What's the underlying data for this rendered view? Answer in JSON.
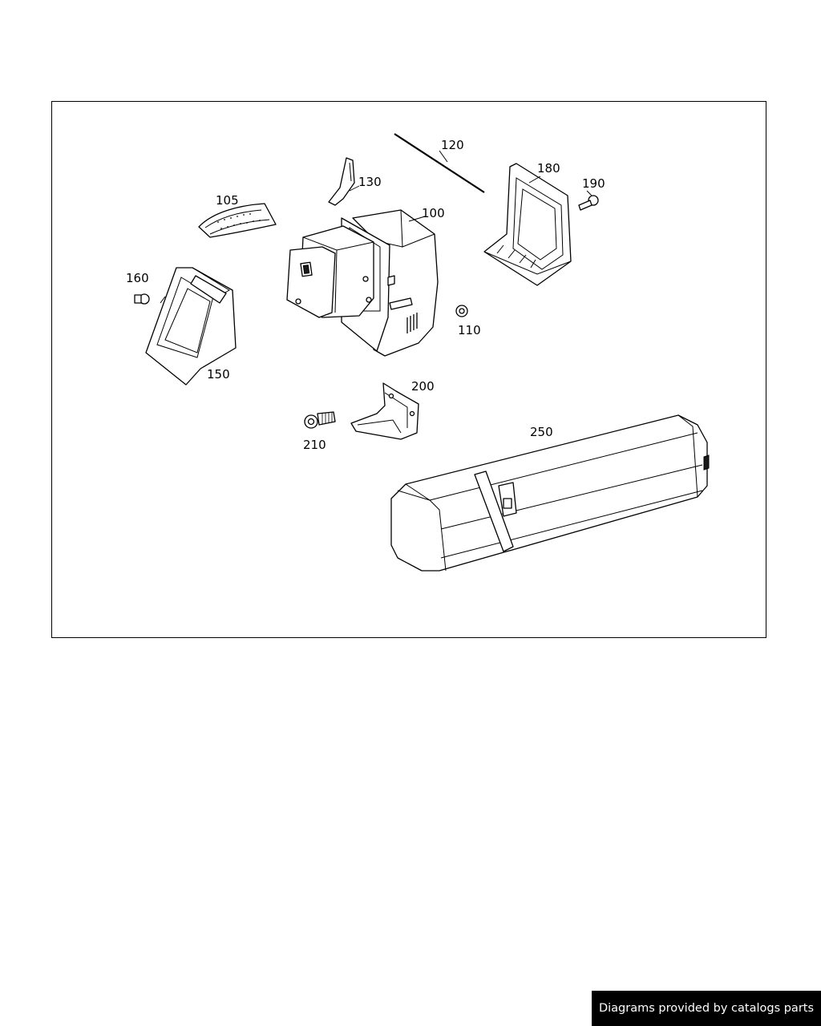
{
  "diagram": {
    "callouts": {
      "p100": "100",
      "p105": "105",
      "p110": "110",
      "p120": "120",
      "p130": "130",
      "p150": "150",
      "p160": "160",
      "p180": "180",
      "p190": "190",
      "p200": "200",
      "p210": "210",
      "p250": "250"
    }
  },
  "footer": {
    "credit": "Diagrams provided by catalogs parts"
  },
  "colors": {
    "line": "#000000",
    "background": "#ffffff",
    "banner": "#000000",
    "banner_text": "#ffffff"
  }
}
